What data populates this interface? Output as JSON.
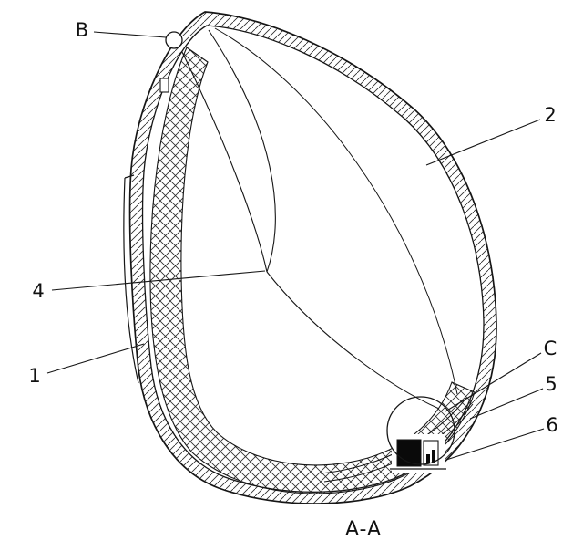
{
  "drawing": {
    "caption": "A-A",
    "labels": {
      "b": "B",
      "two": "2",
      "four": "4",
      "one": "1",
      "c": "C",
      "five": "5",
      "six": "6"
    },
    "colors": {
      "line": "#161616",
      "background": "#ffffff",
      "component_fill": "#0a0a0a"
    }
  }
}
